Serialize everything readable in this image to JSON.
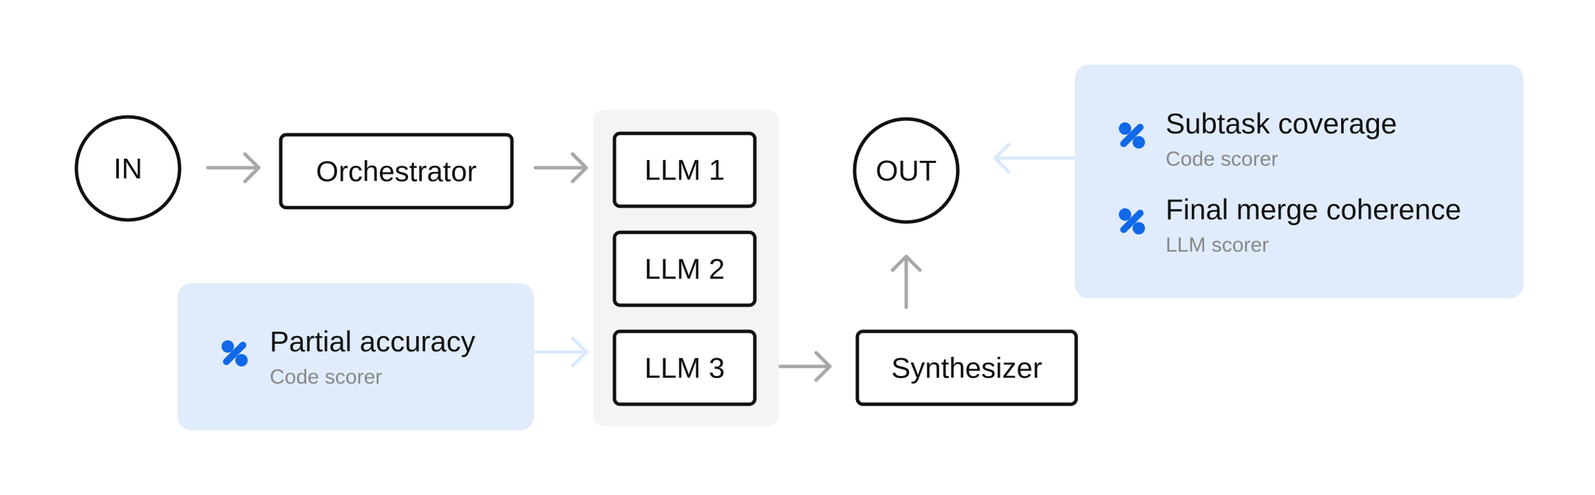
{
  "nodes": {
    "input": "IN",
    "orchestrator": "Orchestrator",
    "llm1": "LLM 1",
    "llm2": "LLM 2",
    "llm3": "LLM 3",
    "synthesizer": "Synthesizer",
    "output": "OUT"
  },
  "scorers": {
    "partial_accuracy": {
      "name": "Partial accuracy",
      "type": "Code scorer",
      "icon": "percent-icon"
    },
    "subtask_coverage": {
      "name": "Subtask coverage",
      "type": "Code scorer",
      "icon": "percent-icon"
    },
    "final_merge_coherence": {
      "name": "Final merge coherence",
      "type": "LLM scorer",
      "icon": "percent-icon"
    }
  },
  "colors": {
    "scorer_panel": "#e0ecfc",
    "worker_group": "#f4f4f4",
    "arrow": "#a8a8a8",
    "scorer_arrow": "#dbe9fb",
    "icon": "#1168e8",
    "node_stroke": "#111111"
  }
}
